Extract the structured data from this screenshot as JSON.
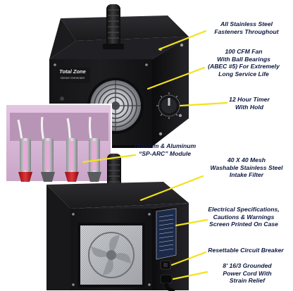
{
  "brand": {
    "logo_text": "Total Zone",
    "logo_tagline": "Ozone Generator"
  },
  "callouts": {
    "fasteners": "All Stainless Steel\nFasteners Throughout",
    "fan": "100 CFM Fan\nWith Ball Bearings\n(ABEC #5) For Extremely\nLong Service Life",
    "timer": "12 Hour Timer\nWith Hold",
    "module": "Titanium & Aluminum\n“SP-ARC” Module",
    "filter": "40 X 40 Mesh\nWashable Stainless Steel\nIntake Filter",
    "specs": "Electrical Specifications,\nCautions & Warnings\nScreen Printed On Case",
    "breaker": "Resettable Circuit Breaker",
    "cord": "8' 16/3 Grounded\nPower Cord With\nStrain Relief"
  },
  "colors": {
    "leader_line": "#f3e21a",
    "callout_text": "#0d1840",
    "case_black": "#151517",
    "electrode_red": "#c81d24",
    "module_bg": "#d9b9d8"
  }
}
